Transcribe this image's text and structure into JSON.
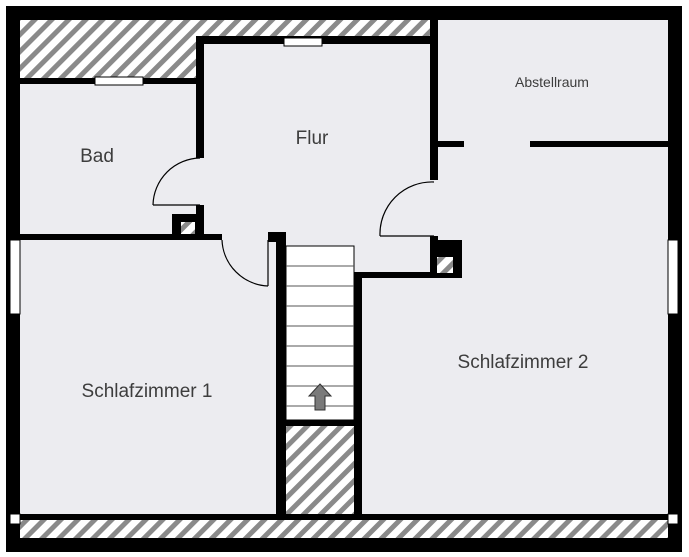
{
  "floorplan": {
    "rooms": {
      "bad": "Bad",
      "flur": "Flur",
      "abstellraum": "Abstellraum",
      "schlafzimmer1": "Schlafzimmer 1",
      "schlafzimmer2": "Schlafzimmer 2"
    },
    "colors": {
      "wall": "#000000",
      "floor": "#ececf0",
      "hatch": "#8a8a8a",
      "stair_arrow": "#7a7a7a"
    },
    "icons": [
      "window-icon",
      "door-icon",
      "stair-direction-arrow-icon",
      "chimney-shaft-icon"
    ]
  }
}
